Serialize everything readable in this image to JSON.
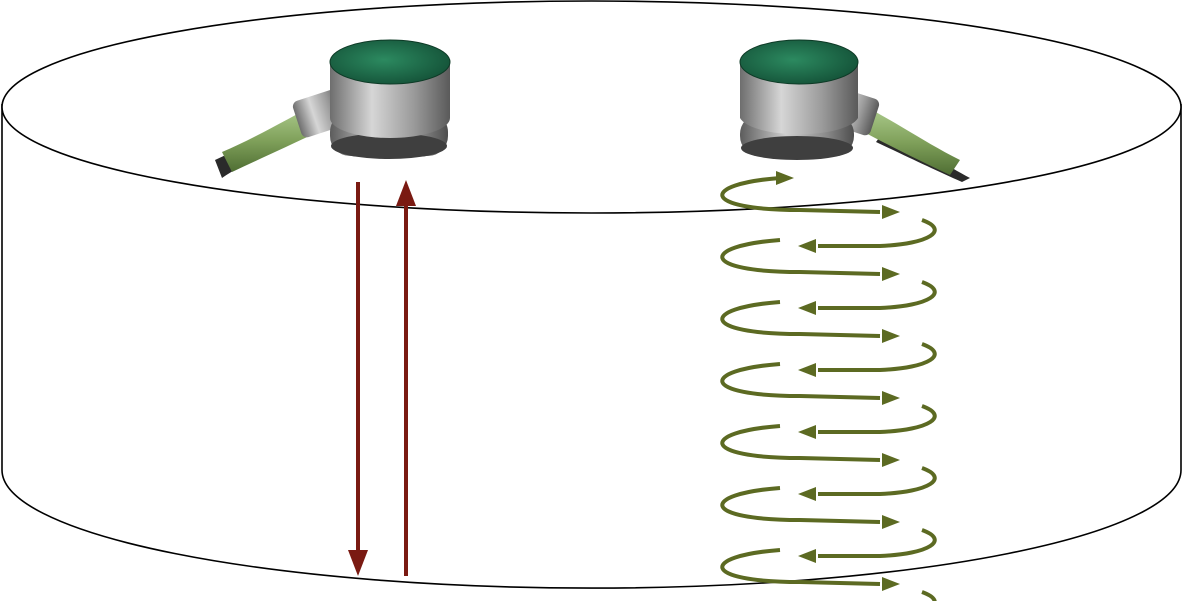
{
  "diagram": {
    "kind": "cylinder-with-two-transducers",
    "colors": {
      "outline": "#000000",
      "longitudinal_wave": "#7a1a12",
      "shear_wave": "#5c6a22",
      "sensor_body": "#9a9a9a",
      "sensor_face": "#1e6b4a",
      "cable": "#7fa05a"
    },
    "left_transducer": {
      "icon": "contact-transducer-icon",
      "wave": "straight-down-and-up-arrows"
    },
    "right_transducer": {
      "icon": "contact-transducer-icon",
      "wave": "helical-loop-arrows",
      "loop_count": 7
    }
  }
}
